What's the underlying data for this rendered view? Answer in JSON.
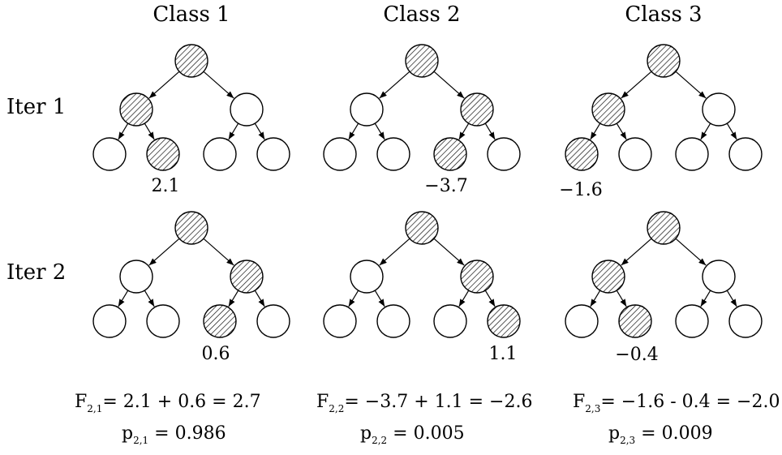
{
  "columns": [
    {
      "label": "Class 1"
    },
    {
      "label": "Class 2"
    },
    {
      "label": "Class 3"
    }
  ],
  "rows": [
    {
      "label": "Iter 1"
    },
    {
      "label": "Iter 2"
    }
  ],
  "trees": [
    {
      "row": 0,
      "col": 0,
      "path": [
        0,
        1
      ],
      "leaf_value": "2.1"
    },
    {
      "row": 0,
      "col": 1,
      "path": [
        1,
        0
      ],
      "leaf_value": "−3.7"
    },
    {
      "row": 0,
      "col": 2,
      "path": [
        0,
        0
      ],
      "leaf_value": "−1.6"
    },
    {
      "row": 1,
      "col": 0,
      "path": [
        1,
        0
      ],
      "leaf_value": "0.6"
    },
    {
      "row": 1,
      "col": 1,
      "path": [
        1,
        1
      ],
      "leaf_value": "1.1"
    },
    {
      "row": 1,
      "col": 2,
      "path": [
        0,
        1
      ],
      "leaf_value": "−0.4"
    }
  ],
  "formulas": [
    {
      "F_base": "F",
      "F_sub": "2,1",
      "F_rhs": "= 2.1 + 0.6 = 2.7",
      "p_base": "p",
      "p_sub": "2,1",
      "p_rhs": " = 0.986"
    },
    {
      "F_base": "F",
      "F_sub": "2,2",
      "F_rhs": "= −3.7 + 1.1 = −2.6",
      "p_base": "p",
      "p_sub": "2,2",
      "p_rhs": " = 0.005"
    },
    {
      "F_base": "F",
      "F_sub": "2,3",
      "F_rhs": "= −1.6 - 0.4 = −2.0",
      "p_base": "p",
      "p_sub": "2,3",
      "p_rhs": " = 0.009"
    }
  ],
  "colors": {
    "stroke": "#000000",
    "node_fill": "#ffffff",
    "hatch": "#000000"
  },
  "icons": {
    "highlighted_node": "hatched-circle",
    "plain_node": "empty-circle"
  }
}
